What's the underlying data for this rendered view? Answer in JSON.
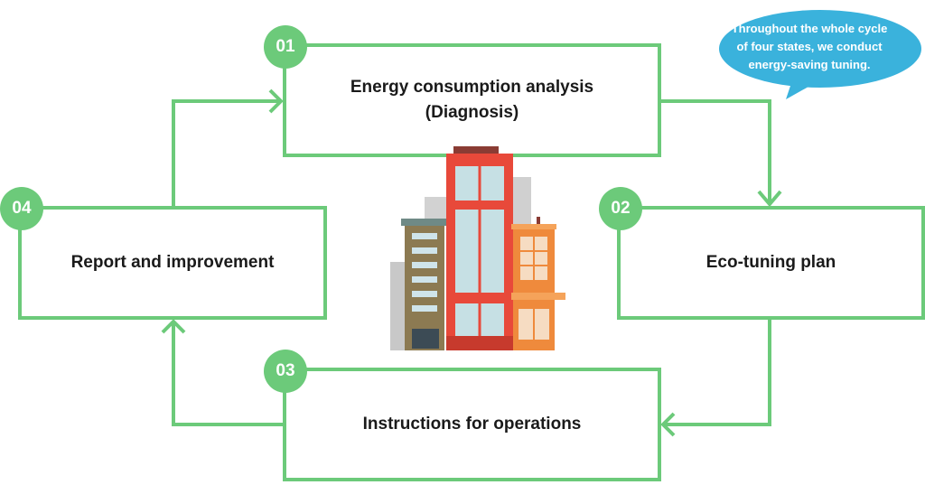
{
  "steps": [
    {
      "number": "01",
      "line1": "Energy consumption analysis",
      "line2": "(Diagnosis)"
    },
    {
      "number": "02",
      "line1": "Eco-tuning plan"
    },
    {
      "number": "03",
      "line1": "Instructions for operations"
    },
    {
      "number": "04",
      "line1": "Report and improvement"
    }
  ],
  "callout": {
    "line1": "Throughout the whole cycle",
    "line2": "of four states, we conduct",
    "line3": "energy-saving tuning."
  },
  "colors": {
    "accent_green": "#6cca7a",
    "callout_blue": "#3ab2dc",
    "building_red": "#e8493a",
    "building_orange": "#ef8a3c",
    "building_olive": "#8c7a52"
  },
  "icons": [
    "office-building-illustration",
    "speech-bubble-icon",
    "flow-arrow-icon"
  ]
}
